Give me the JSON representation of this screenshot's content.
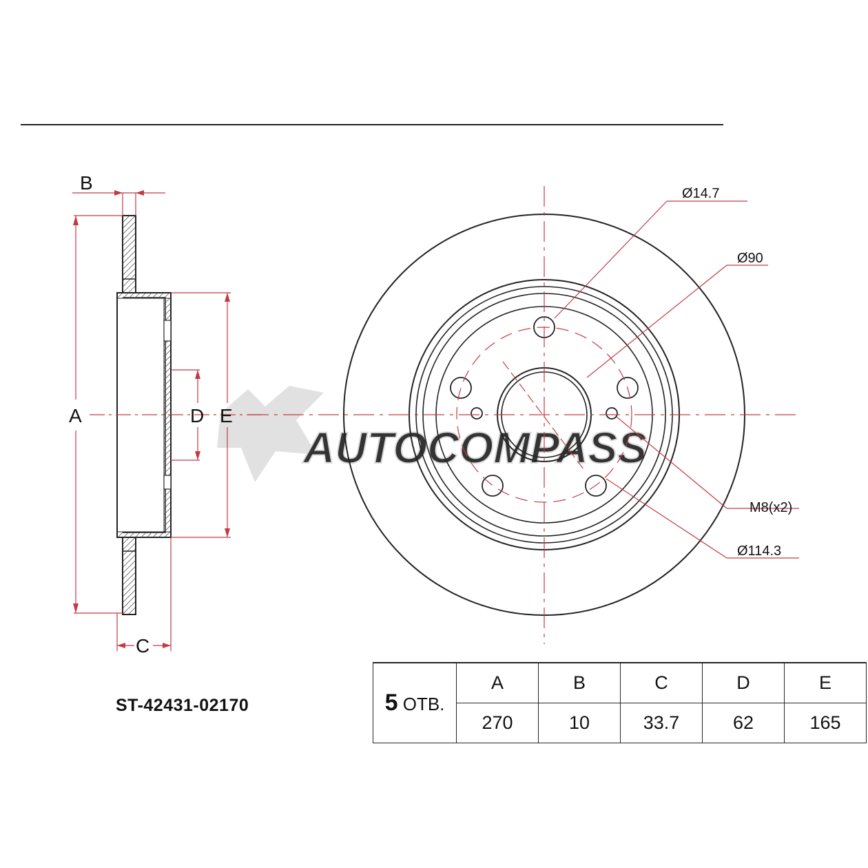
{
  "top_rule": true,
  "side_view": {
    "dim_labels": {
      "A": "A",
      "B": "B",
      "C": "C",
      "D": "D",
      "E": "E"
    }
  },
  "front_view": {
    "callouts": {
      "bolt_hole": "Ø14.7",
      "center_bore": "Ø90",
      "threaded_holes": "M8(x2)",
      "pcd": "Ø114.3"
    }
  },
  "watermark": "AUTOCOMPASS",
  "part_number": "ST-42431-02170",
  "spec_table": {
    "holes_num": "5",
    "holes_unit": "ОТВ.",
    "headers": [
      "A",
      "B",
      "C",
      "D",
      "E"
    ],
    "values": [
      "270",
      "10",
      "33.7",
      "62",
      "165"
    ]
  },
  "colors": {
    "dimension_line": "#c23a44",
    "outline": "#222222",
    "watermark": "#d9d9d9"
  }
}
